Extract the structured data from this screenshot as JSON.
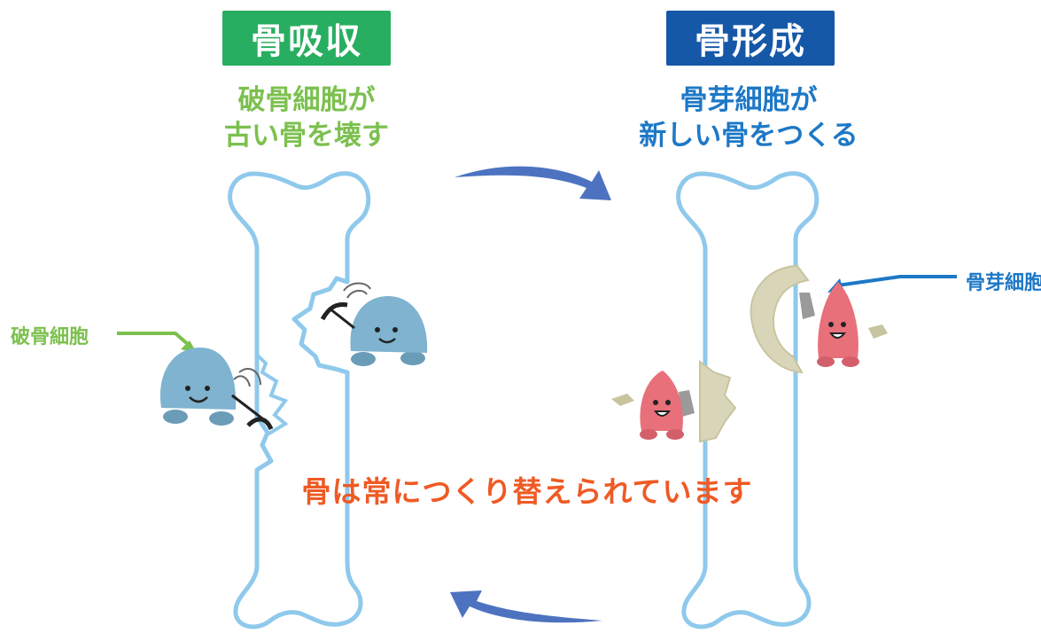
{
  "left_panel": {
    "badge": "骨吸収",
    "caption_line1": "破骨細胞が",
    "caption_line2": "古い骨を壊す",
    "cell_label": "破骨細胞",
    "color": "#27ae60"
  },
  "right_panel": {
    "badge": "骨形成",
    "caption_line1": "骨芽細胞が",
    "caption_line2": "新しい骨をつくる",
    "cell_label": "骨芽細胞",
    "color": "#1558a8"
  },
  "center_message": "骨は常につくり替えられています",
  "colors": {
    "bone_outline": "#8fc9ec",
    "cycle_arrow": "#4d73c0",
    "osteoclast_body": "#7fb3cf",
    "osteoblast_body": "#e8707a",
    "new_bone": "#d9d5b8",
    "message": "#ef5a24"
  }
}
